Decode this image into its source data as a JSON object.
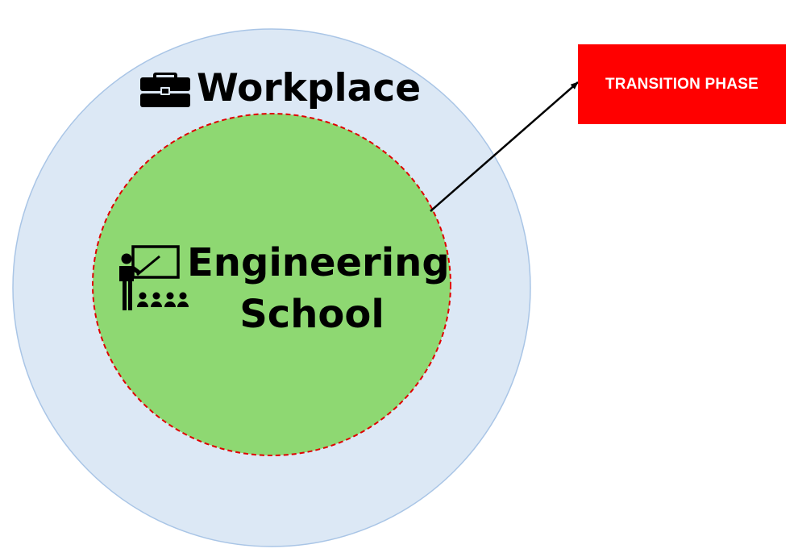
{
  "workplace": {
    "label": "Workplace",
    "icon": "briefcase-icon"
  },
  "school": {
    "line1": "Engineering",
    "line2": "School",
    "icon": "teacher-classroom-icon"
  },
  "transition": {
    "label": "TRANSITION PHASE"
  },
  "colors": {
    "outer_fill": "#dce8f5",
    "outer_stroke": "#a9c5e6",
    "inner_fill": "#8ed872",
    "inner_border": "#e00000",
    "box_fill": "#ff0000",
    "arrow": "#000000"
  }
}
